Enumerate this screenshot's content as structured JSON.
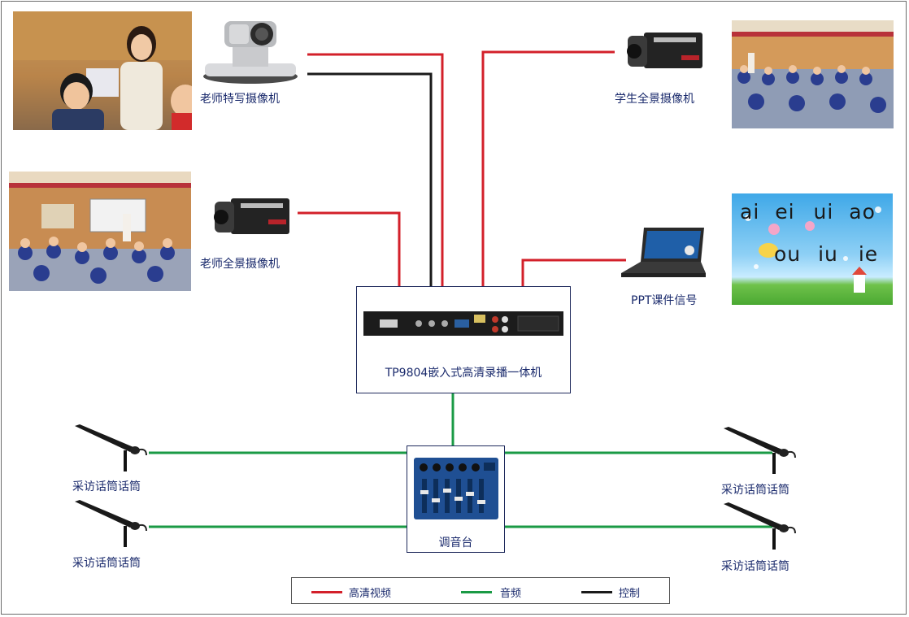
{
  "devices": {
    "teacher_closeup_camera": "老师特写摄像机",
    "student_panorama_camera": "学生全景摄像机",
    "teacher_panorama_camera": "老师全景摄像机",
    "ppt_signal": "PPT课件信号",
    "recorder": "TP9804嵌入式高清录播一体机",
    "mixer": "调音台",
    "mic_left_top": "采访话筒话筒",
    "mic_left_bottom": "采访话筒话筒",
    "mic_right_top": "采访话筒话筒",
    "mic_right_bottom": "采访话筒话筒"
  },
  "slide": {
    "line1": [
      "ai",
      "ei",
      "ui",
      "ao"
    ],
    "line2": [
      "ou",
      "iu",
      "ie"
    ]
  },
  "legend": {
    "video_label": "高清视频",
    "audio_label": "音频",
    "control_label": "控制"
  },
  "colors": {
    "video": "#d3202a",
    "audio": "#1a9a45",
    "control": "#1a1a1a",
    "label": "#1a2a6c"
  }
}
